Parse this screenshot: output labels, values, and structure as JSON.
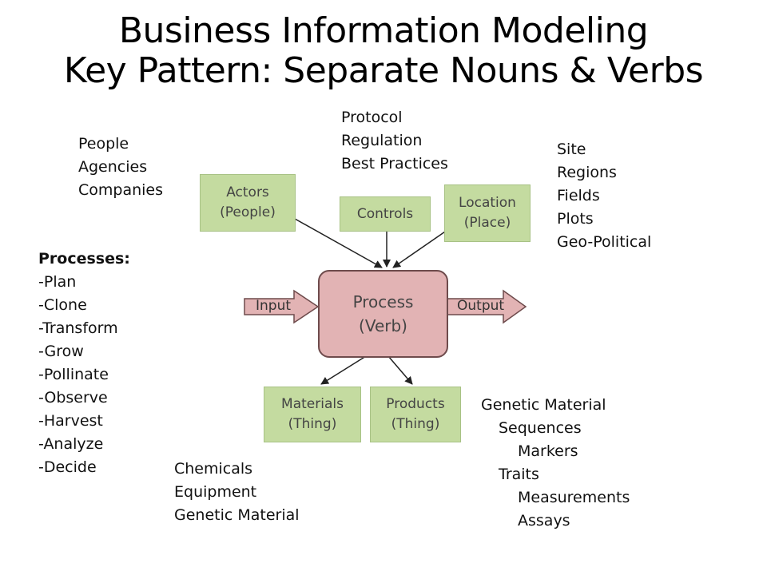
{
  "title": {
    "line1": "Business Information Modeling",
    "line2": "Key Pattern: Separate Nouns & Verbs"
  },
  "diagram": {
    "actors": {
      "line1": "Actors",
      "line2": "(People)"
    },
    "controls": {
      "line1": "Controls"
    },
    "location": {
      "line1": "Location",
      "line2": "(Place)"
    },
    "process": {
      "line1": "Process",
      "line2": "(Verb)"
    },
    "input": "Input",
    "output": "Output",
    "materials": {
      "line1": "Materials",
      "line2": "(Thing)"
    },
    "products": {
      "line1": "Products",
      "line2": "(Thing)"
    }
  },
  "notes": {
    "people": [
      "People",
      "Agencies",
      "Companies"
    ],
    "protocol": [
      "Protocol",
      "Regulation",
      "Best Practices"
    ],
    "site": [
      "Site",
      "Regions",
      "Fields",
      "Plots",
      "Geo-Political"
    ],
    "processes_heading": "Processes:",
    "processes": [
      "-Plan",
      "-Clone",
      "-Transform",
      "-Grow",
      "-Pollinate",
      "-Observe",
      "-Harvest",
      "-Analyze",
      "-Decide"
    ],
    "chemicals": [
      "Chemicals",
      "Equipment",
      "Genetic Material"
    ],
    "genetic": [
      "Genetic Material",
      "Sequences",
      "Markers",
      "Traits",
      "Measurements",
      "Assays"
    ]
  },
  "colors": {
    "green_box": "#c4dba0",
    "process_fill": "#e2b3b4",
    "process_border": "#6e4b4c",
    "arrow_fill": "#e2b3b4"
  }
}
